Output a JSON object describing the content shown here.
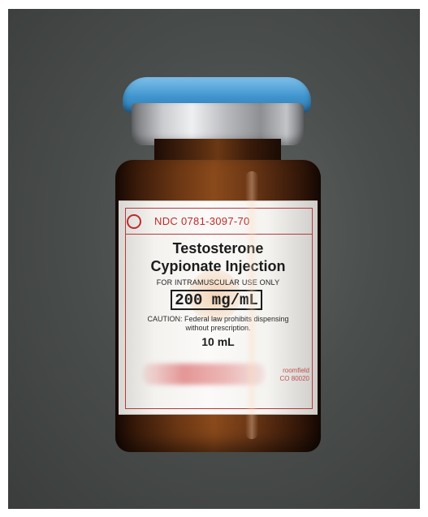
{
  "vial_label": {
    "logo_text": "",
    "ndc": "NDC 0781-3097-70",
    "drug_name_line1": "Testosterone",
    "drug_name_line2": "Cypionate Injection",
    "route": "FOR INTRAMUSCULAR USE ONLY",
    "strength": "200 mg/mL",
    "caution_line1": "CAUTION: Federal law prohibits dispensing",
    "caution_line2": "without prescription.",
    "volume": "10 mL",
    "location_line1": "roomfield",
    "location_line2": "CO 80020"
  },
  "colors": {
    "background": "#4a4e4c",
    "cap": "#3f95cf",
    "glass": "#6a3614",
    "label_red": "#c02a2a"
  }
}
